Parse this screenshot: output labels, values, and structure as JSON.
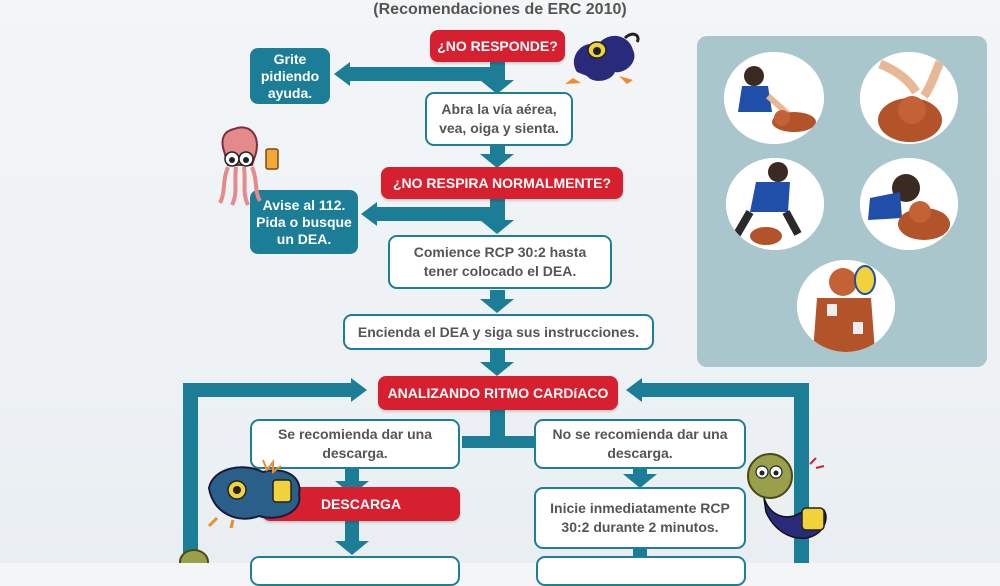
{
  "subtitle": "(Recomendaciones de ERC 2010)",
  "nodes": {
    "no_responde": "¿NO RESPONDE?",
    "grite_ayuda": "Grite pidiendo ayuda.",
    "abra_via": "Abra la vía aérea, vea, oiga y sienta.",
    "no_respira": "¿NO RESPIRA NORMALMENTE?",
    "avise_112": "Avise al 112. Pida o busque un DEA.",
    "comience_rcp": "Comience RCP 30:2 hasta tener colocado el DEA.",
    "encienda_dea": "Encienda el DEA y siga sus instrucciones.",
    "analizando": "ANALIZANDO RITMO CARDíACO",
    "se_recomienda": "Se recomienda dar una descarga.",
    "no_se_recomienda": "No se recomienda dar una descarga.",
    "descarga": "DESCARGA",
    "inicie_rcp": "Inicie inmediatamente RCP 30:2 durante 2 minutos."
  },
  "colors": {
    "red": "#d6202f",
    "teal": "#1b7d96",
    "panel": "#a9c6cc"
  },
  "icons": {
    "mascot_top": "cartoon-creature-icon",
    "mascot_squid": "squid-mascot-icon",
    "mascot_left": "robot-mascot-icon",
    "mascot_right": "cactus-mascot-icon"
  },
  "photos": [
    "cpr-check-response-photo",
    "cpr-open-airway-photo",
    "cpr-compressions-photo",
    "cpr-rescue-breath-photo",
    "aed-pads-photo"
  ]
}
